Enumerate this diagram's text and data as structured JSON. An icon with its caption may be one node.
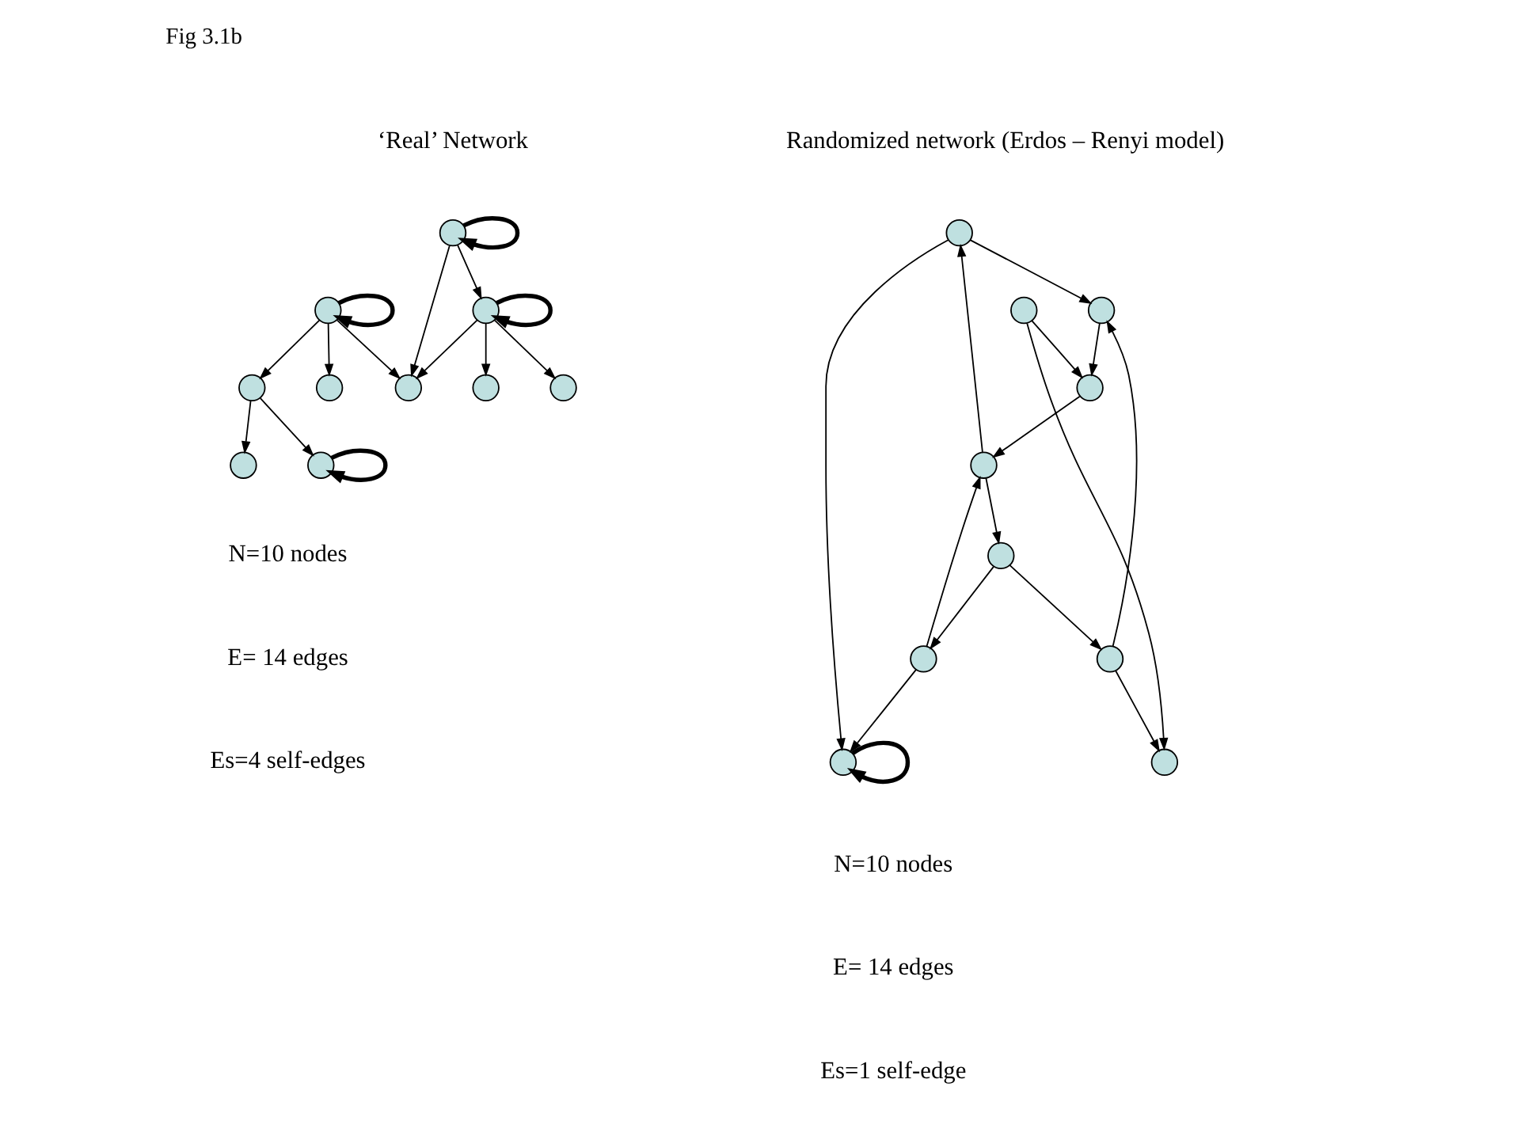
{
  "diagram": {
    "title": "Fig 3.1b",
    "nodes": [
      {
        "text": [],
        "shape": "circle"
      },
      {
        "text": [],
        "shape": "circle"
      },
      {
        "text": [],
        "shape": "circle"
      },
      {
        "text": [],
        "shape": "circle"
      },
      {
        "text": [],
        "shape": "circle"
      },
      {
        "text": [],
        "shape": "circle"
      },
      {
        "text": [],
        "shape": "circle"
      },
      {
        "text": [],
        "shape": "circle"
      },
      {
        "text": [],
        "shape": "circle"
      },
      {
        "text": [],
        "shape": "circle"
      },
      {
        "text": [],
        "shape": "circle"
      },
      {
        "text": [],
        "shape": "circle"
      },
      {
        "text": [],
        "shape": "circle"
      },
      {
        "text": [],
        "shape": "circle"
      },
      {
        "text": [],
        "shape": "circle"
      },
      {
        "text": [],
        "shape": "circle"
      },
      {
        "text": [],
        "shape": "circle"
      },
      {
        "text": [],
        "shape": "circle"
      },
      {
        "text": [],
        "shape": "circle"
      },
      {
        "text": [],
        "shape": "circle"
      }
    ],
    "edges": [
      {
        "from": 0,
        "to": 0,
        "arrow": "to",
        "style": "thick"
      },
      {
        "from": 0,
        "to": 1,
        "arrow": "to"
      },
      {
        "from": 0,
        "to": 4,
        "arrow": "to"
      },
      {
        "from": 1,
        "to": 1,
        "arrow": "to",
        "style": "thick"
      },
      {
        "from": 1,
        "to": 2,
        "arrow": "to"
      },
      {
        "from": 1,
        "to": 3,
        "arrow": "to"
      },
      {
        "from": 1,
        "to": 4,
        "arrow": "to"
      },
      {
        "from": 5,
        "to": 5,
        "arrow": "to",
        "style": "thick"
      },
      {
        "from": 5,
        "to": 4,
        "arrow": "to"
      },
      {
        "from": 5,
        "to": 6,
        "arrow": "to"
      },
      {
        "from": 5,
        "to": 7,
        "arrow": "to"
      },
      {
        "from": 6,
        "to": 8,
        "arrow": "to"
      },
      {
        "from": 6,
        "to": 9,
        "arrow": "to"
      },
      {
        "from": 9,
        "to": 9,
        "arrow": "to",
        "style": "thick"
      },
      {
        "from": 10,
        "to": 12,
        "arrow": "to"
      },
      {
        "from": 10,
        "to": 16,
        "arrow": "to"
      },
      {
        "from": 16,
        "to": 16,
        "arrow": "to",
        "style": "thick"
      },
      {
        "from": 11,
        "to": 13,
        "arrow": "to"
      },
      {
        "from": 11,
        "to": 19,
        "arrow": "to"
      },
      {
        "from": 12,
        "to": 13,
        "arrow": "to"
      },
      {
        "from": 13,
        "to": 14,
        "arrow": "to"
      },
      {
        "from": 14,
        "to": 10,
        "arrow": "to"
      },
      {
        "from": 15,
        "to": 16,
        "arrow": "to"
      },
      {
        "from": 15,
        "to": 14,
        "arrow": "to"
      },
      {
        "from": 18,
        "to": 15,
        "arrow": "to"
      },
      {
        "from": 14,
        "to": 18,
        "arrow": "to"
      },
      {
        "from": 18,
        "to": 17,
        "arrow": "to"
      },
      {
        "from": 17,
        "to": 12,
        "arrow": "to"
      },
      {
        "from": 17,
        "to": 19,
        "arrow": "to"
      }
    ],
    "labels": [
      "‘Real’ Network",
      "Randomized network (Erdos – Renyi model)",
      "N=10 nodes",
      "E= 14 edges",
      "Es=4 self-edges",
      "N=10 nodes",
      "E= 14 edges",
      "Es=1 self-edge"
    ]
  }
}
